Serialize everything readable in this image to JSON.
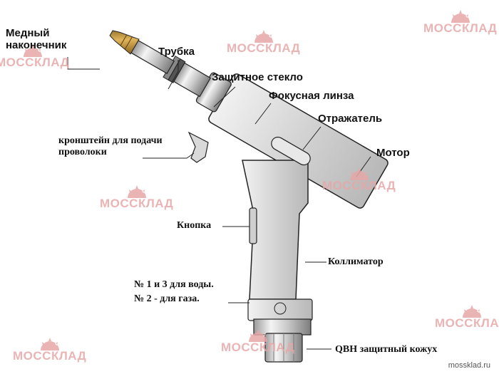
{
  "watermark": {
    "brand": "МОССКЛАД",
    "site": "mossklad.ru"
  },
  "labels": {
    "tip_line1": "Медный",
    "tip_line2": "наконечник",
    "tube": "Трубка",
    "protective_glass": "Защитное стекло",
    "focus_lens": "Фокусная линза",
    "reflector": "Отражатель",
    "motor": "Мотор",
    "bracket_line1": "кронштейн для подачи",
    "bracket_line2": "проволоки",
    "button": "Кнопка",
    "collimator": "Коллиматор",
    "water_gas_line1": "№ 1 и 3 для воды.",
    "water_gas_line2": "№ 2 - для газа.",
    "qbh": "QBH защитный кожух"
  },
  "colors": {
    "watermark": "#e8a7a7",
    "body": "#cfcfcf",
    "outline": "#222222"
  }
}
